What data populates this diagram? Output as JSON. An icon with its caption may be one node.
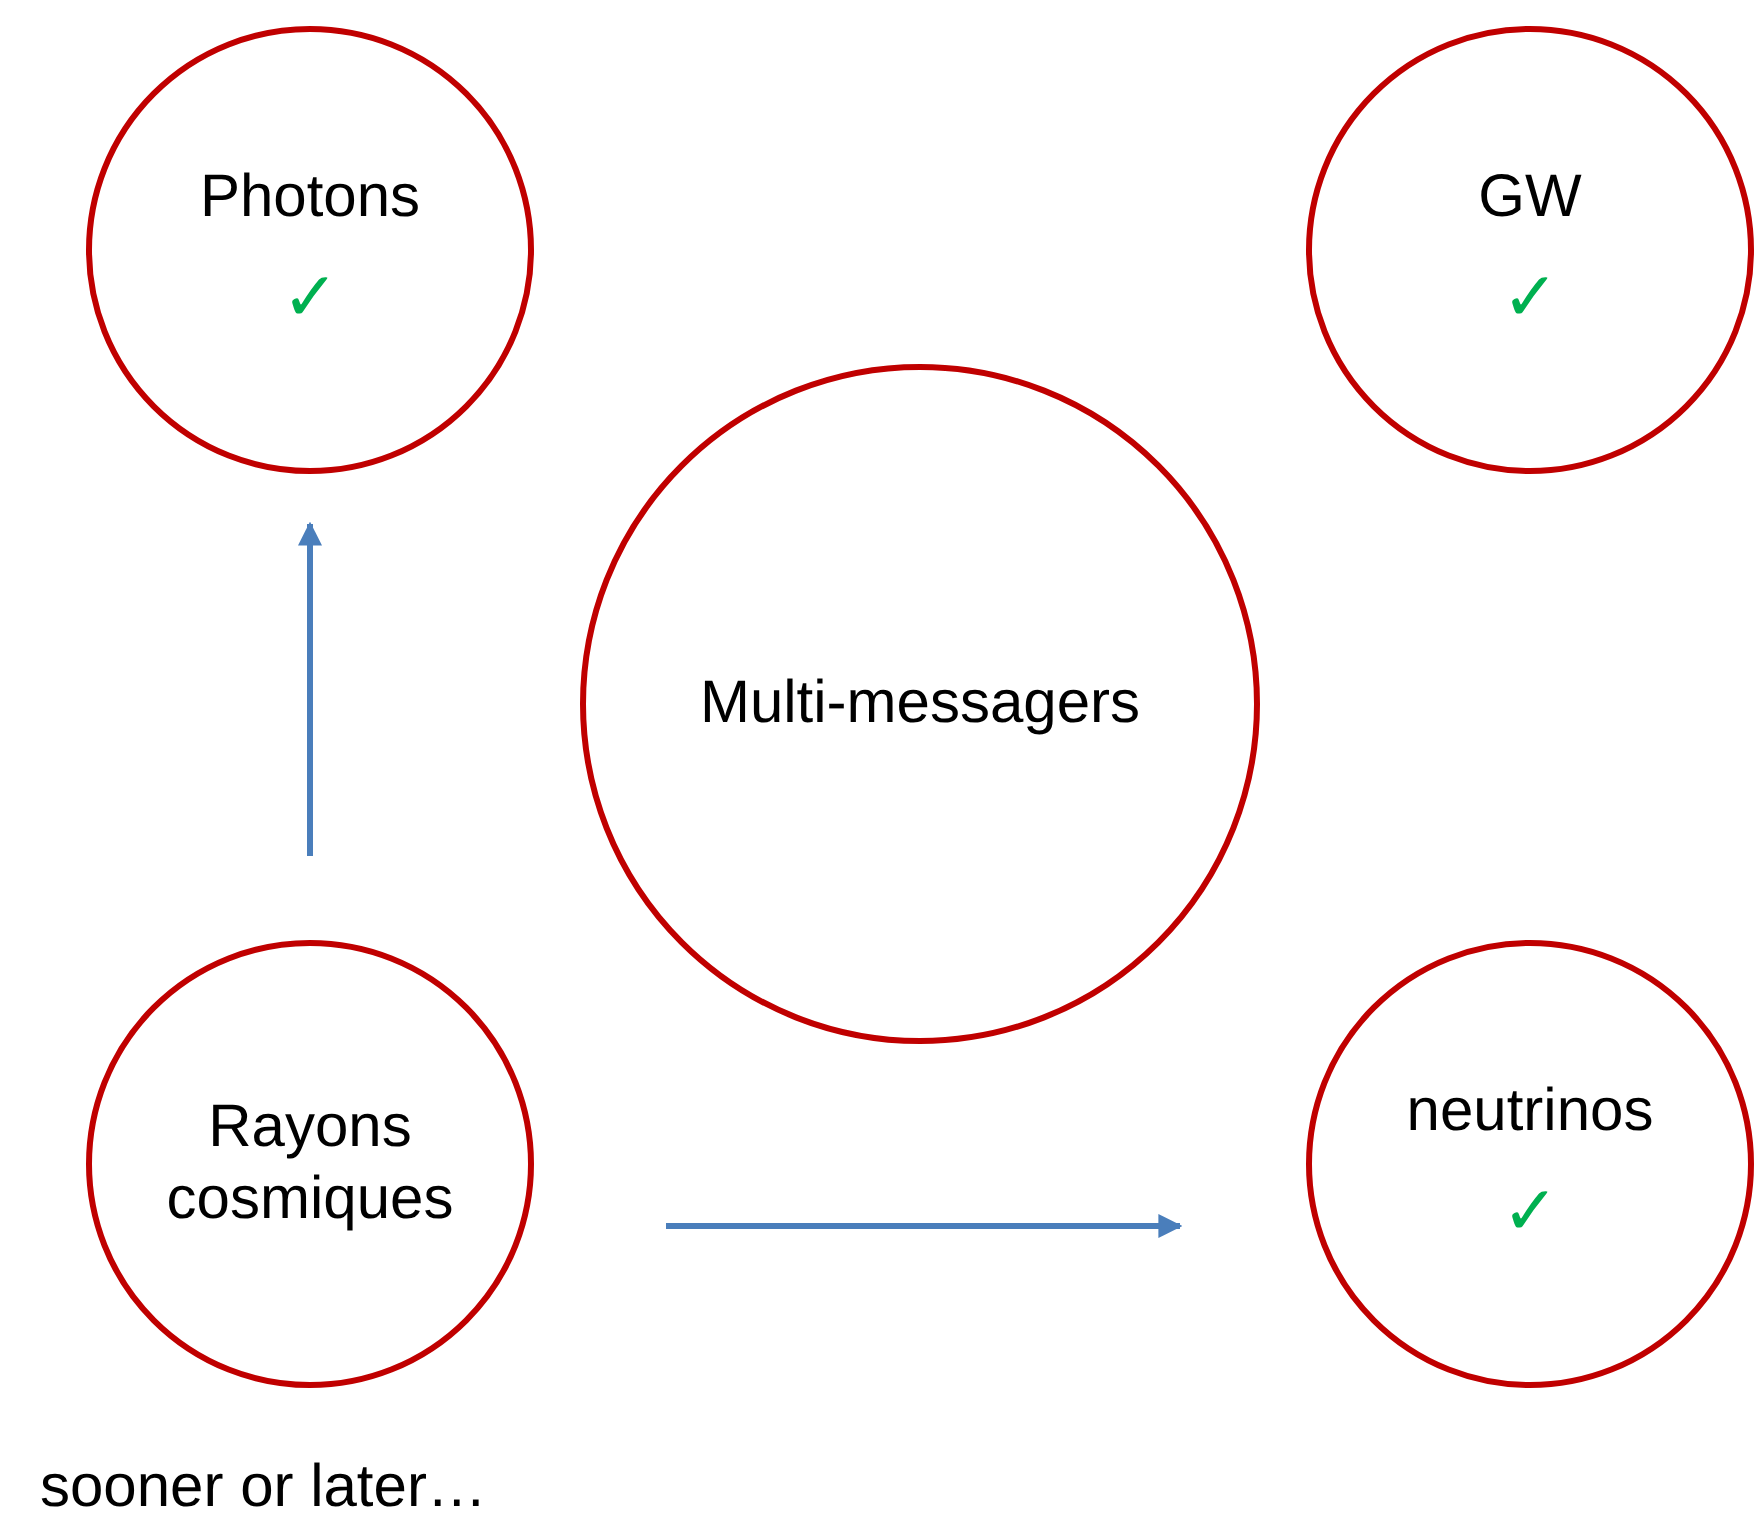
{
  "diagram": {
    "nodes": [
      {
        "text": [
          "Photons",
          "✓"
        ]
      },
      {
        "text": [
          "GW",
          "✓"
        ]
      },
      {
        "text": [
          "Multi-messagers"
        ]
      },
      {
        "text": [
          "Rayons cosmiques"
        ]
      },
      {
        "text": [
          "neutrinos",
          "✓"
        ]
      }
    ],
    "edges": [
      {
        "from": 3,
        "to": 0,
        "arrow": "to"
      },
      {
        "from": 3,
        "to": 4,
        "arrow": "to"
      }
    ],
    "labels": [
      "sooner or later…"
    ]
  }
}
